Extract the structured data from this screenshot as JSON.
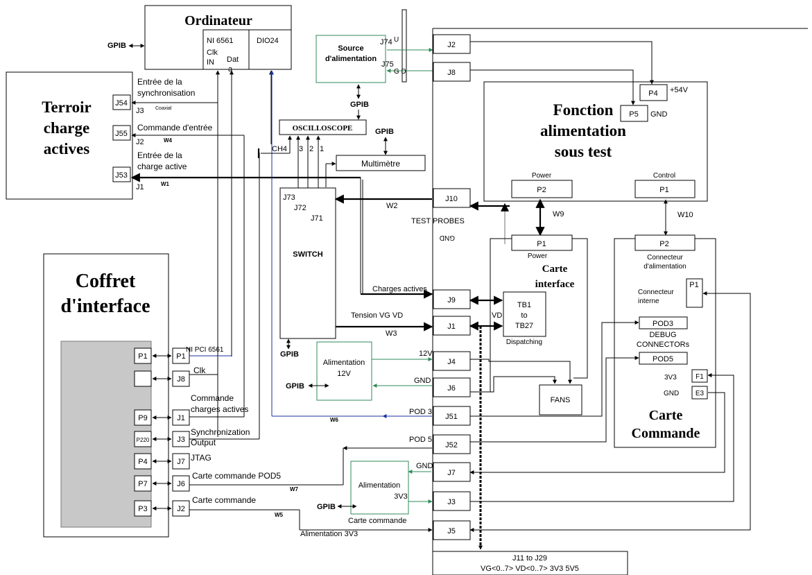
{
  "computer": {
    "title": "Ordinateur",
    "gpib": "GPIB",
    "ni6561": "NI 6561",
    "clk_in": [
      "Clk",
      "IN"
    ],
    "data": [
      "Dat",
      "a"
    ],
    "dio24": "DIO24"
  },
  "source": {
    "title": [
      "Source",
      "d'alimentation"
    ],
    "j74": "J74",
    "j75": "J75",
    "u": "U",
    "gpib": "GPIB"
  },
  "terroir": {
    "title": [
      "Terroir",
      "charge",
      "actives"
    ],
    "j54": "J54",
    "j55": "J55",
    "j53": "J53",
    "sync_label": [
      "Entrée de la",
      "synchronisation"
    ],
    "j3": "J3",
    "coaxial": "Coaxial",
    "cmd_label": "Commande d'entrée",
    "w4": "W4",
    "j2": "J2",
    "charge_label": [
      "Entrée de la",
      "charge active"
    ],
    "j1": "J1",
    "w1": "W1"
  },
  "oscilloscope": {
    "title": "OSCILLOSCOPE",
    "ch4": "CH4",
    "ch3": "3",
    "ch2": "2",
    "ch1": "1",
    "gpib": "GPIB"
  },
  "multimeter": {
    "title": "Multimètre"
  },
  "switch": {
    "title": "SWITCH",
    "j73": "J73",
    "j72": "J72",
    "j71": "J71",
    "gpib": "GPIB"
  },
  "psu12": {
    "title": "Alimentation",
    "volts": "12V",
    "gpib": "GPIB",
    "out12": "12V",
    "gnd": "GND"
  },
  "psu33": {
    "title": "Alimentation",
    "volts": "3V3",
    "gpib": "GPIB",
    "gnd": "GND",
    "caption": "Carte commande"
  },
  "coffret": {
    "title": [
      "Coffret",
      "d'interface"
    ],
    "inner": [
      "P1",
      "",
      "P9",
      "P220",
      "P4",
      "P7",
      "P3"
    ],
    "outer": [
      "P1",
      "J8",
      "J1",
      "J3",
      "J7",
      "J6",
      "J2"
    ],
    "labels": {
      "ni_pci": "NI PCI 6561",
      "clk": "Clk",
      "cmd": [
        "Commande",
        "charges actives"
      ],
      "sync": [
        "Synchronization",
        "Output"
      ],
      "jtag": "JTAG",
      "pod5": "Carte commande  POD5",
      "w7": "W7",
      "cc": "Carte commande",
      "w5": "W5",
      "alim": "Alimentation  3V3"
    }
  },
  "dut": {
    "title": [
      "Fonction",
      "alimentation",
      "sous test"
    ],
    "p4": "P4",
    "v54": "+54V",
    "p5": "P5",
    "gnd": "GND",
    "power": "Power",
    "p2": "P2",
    "control": "Control",
    "p1": "P1"
  },
  "connectors": {
    "j2": "J2",
    "j8": "J8",
    "j10": "J10",
    "j9": "J9",
    "j1": "J1",
    "j4": "J4",
    "j6": "J6",
    "j51": "J51",
    "j52": "J52",
    "j7": "J7",
    "j3": "J3",
    "j5": "J5",
    "j11_title": "J11 to J29",
    "j11_sub": "VG<0..7> VD<0..7> 3V3 5V5"
  },
  "wires": {
    "w2": "W2",
    "test_probes": "TEST PROBES",
    "gnd_mirror": "GND",
    "w3": "W3",
    "charges": "Charges actives",
    "tension": "Tension VG VD",
    "w6": "W6",
    "pod3": "POD 3",
    "pod5": "POD 5",
    "gnd": "GND",
    "w9": "W9",
    "w10": "W10",
    "vd": "VD"
  },
  "interface_card": {
    "p1": "P1",
    "power": "Power",
    "title": [
      "Carte",
      "interface"
    ],
    "tb": [
      "TB1",
      "to",
      "TB27"
    ],
    "dispatching": "Dispatching",
    "fans": "FANS"
  },
  "command_card": {
    "p2": "P2",
    "conn_alim": [
      "Connecteur",
      "d'alimentation"
    ],
    "conn_int": [
      "Connecteur",
      "interne"
    ],
    "p1": "P1",
    "pod3": "POD3",
    "debug": [
      "DEBUG",
      "CONNECTORs"
    ],
    "pod5": "POD5",
    "v33": "3V3",
    "f1": "F1",
    "gnd": "GND",
    "e3": "E3",
    "title": [
      "Carte",
      "Commande"
    ]
  }
}
